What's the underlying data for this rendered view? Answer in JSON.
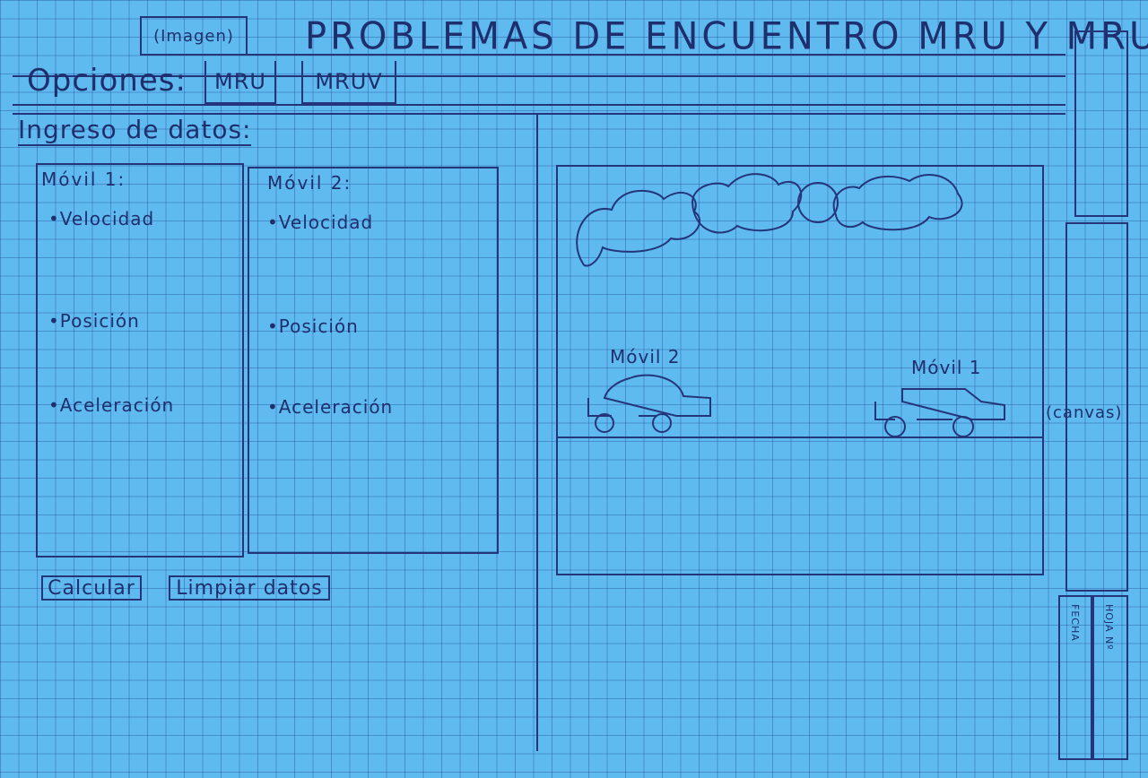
{
  "header": {
    "image_label": "(Imagen)",
    "title": "PROBLEMAS DE ENCUENTRO MRU Y MRUV"
  },
  "options": {
    "label": "Opciones:",
    "mru": "MRU",
    "mruv": "MRUV"
  },
  "input": {
    "heading": "Ingreso de datos:",
    "movil1": {
      "title": "Móvil 1:",
      "velocidad": "•Velocidad",
      "posicion": "•Posición",
      "aceleracion": "•Aceleración"
    },
    "movil2": {
      "title": "Móvil 2:",
      "velocidad": "•Velocidad",
      "posicion": "•Posición",
      "aceleracion": "•Aceleración"
    }
  },
  "actions": {
    "calcular": "Calcular",
    "limpiar": "Limpiar datos"
  },
  "canvas": {
    "label": "(canvas)",
    "car_left_label": "Móvil 2",
    "car_right_label": "Móvil 1"
  },
  "sheet": {
    "fecha": "FECHA",
    "hoja": "HOJA Nº"
  },
  "colors": {
    "paper": "#5fbaf0",
    "ink": "#1f2f6e"
  }
}
